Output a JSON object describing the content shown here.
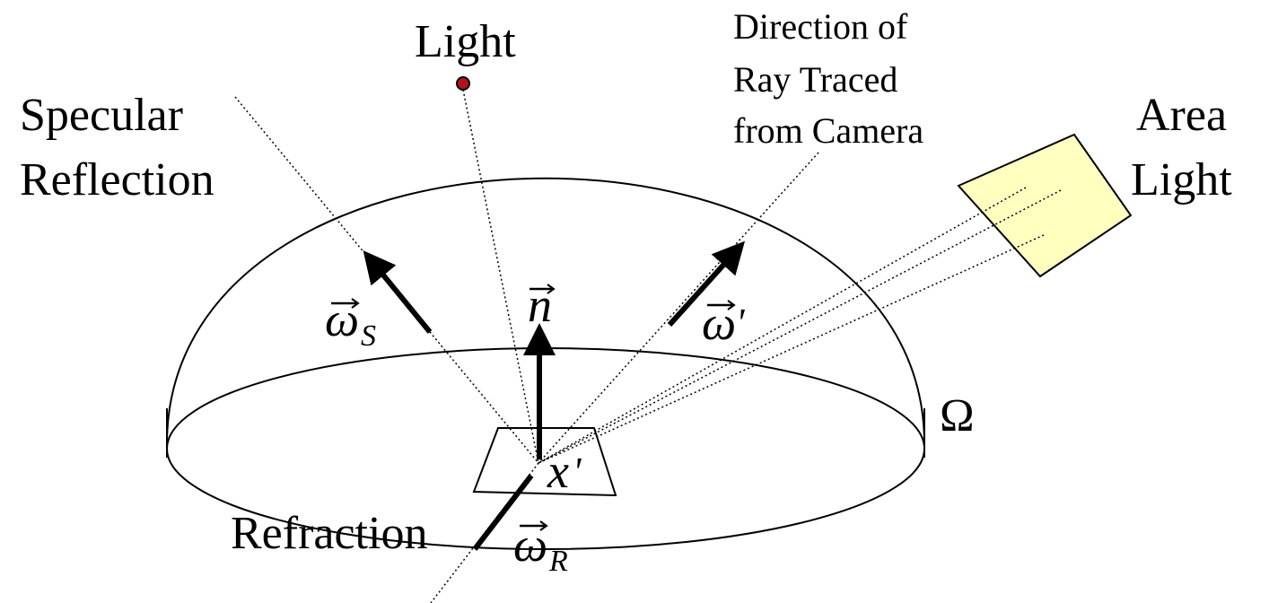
{
  "labels": {
    "light": "Light",
    "specular": [
      "Specular",
      "Reflection"
    ],
    "direction": [
      "Direction of",
      "Ray Traced",
      "from Camera"
    ],
    "area_light": [
      "Area",
      "Light"
    ],
    "refraction": "Refraction",
    "omega_set": "Ω"
  },
  "math": {
    "omega_s": {
      "base": "ω",
      "sub": "S"
    },
    "normal": {
      "base": "n"
    },
    "omega_prime": {
      "base": "ω",
      "suffix": "'"
    },
    "x_prime": {
      "base": "x",
      "suffix": "'"
    },
    "omega_r": {
      "base": "ω",
      "sub": "R"
    }
  },
  "colors": {
    "light_dot": "#b5121b",
    "area_light_fill": "#ffffc0",
    "stroke": "#000000"
  }
}
